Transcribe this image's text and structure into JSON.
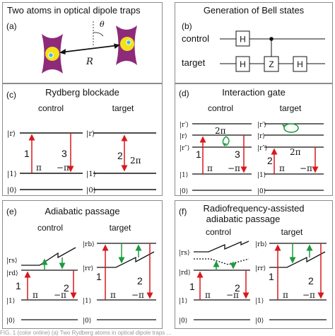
{
  "panels": {
    "a": {
      "label": "(a)",
      "title": "Two atoms in optical dipole traps",
      "distance": "R",
      "angle": "θ"
    },
    "b": {
      "label": "(b)",
      "title": "Generation of Bell states",
      "control": "control",
      "target": "target",
      "gates": {
        "h1": "H",
        "h2": "H",
        "z": "Z",
        "h3": "H"
      }
    },
    "c": {
      "label": "(c)",
      "title": "Rydberg blockade",
      "control": "control",
      "target": "target",
      "levels": {
        "r": "|r⟩",
        "one": "|1⟩",
        "zero": "|0⟩"
      },
      "steps": {
        "s1": "1",
        "s3": "3",
        "s2": "2"
      },
      "phases": {
        "pi": "π",
        "mpi": "−π",
        "twopi": "2π"
      }
    },
    "d": {
      "label": "(d)",
      "title": "Interaction gate",
      "control": "control",
      "target": "target",
      "levels": {
        "rp": "|r′⟩",
        "r": "|r⟩",
        "rpp": "|r″⟩",
        "one": "|1⟩",
        "zero": "|0⟩"
      },
      "steps": {
        "s1": "1",
        "s3": "3",
        "s2": "2"
      },
      "phases": {
        "pi": "π",
        "mpi": "−π",
        "twopi": "2π"
      }
    },
    "e": {
      "label": "(e)",
      "title": "Adiabatic passage",
      "control": "control",
      "target": "target",
      "levels": {
        "rs": "|rs⟩",
        "rd": "|rd⟩",
        "rb": "|rb⟩",
        "rr": "|rr⟩",
        "one": "|1⟩",
        "zero": "|0⟩"
      },
      "steps": {
        "s1": "1",
        "s2a": "2",
        "s1t": "1",
        "s2t": "2"
      },
      "phases": {
        "pi": "π",
        "mpi": "−π"
      }
    },
    "f": {
      "label": "(f)",
      "title1": "Radiofrequency-assisted",
      "title2": "adiabatic passage",
      "control": "control",
      "target": "target",
      "levels": {
        "rs": "|rs⟩",
        "rd": "|rd⟩",
        "rb": "|rb⟩",
        "rr": "|rr⟩",
        "one": "|1⟩",
        "zero": "|0⟩"
      },
      "steps": {
        "s1": "1",
        "s2a": "2",
        "s1t": "1",
        "s2t": "2"
      },
      "phases": {
        "pi": "π",
        "mpi": "−π"
      }
    }
  },
  "caption": "FIG. 1 (color online) (a) Two Rydberg atoms in optical dipole traps ...",
  "colors": {
    "red": "#d7191c",
    "green": "#1a9c3e",
    "trap": "#8e2a7a",
    "atom": "#f3e21a",
    "atom_core": "#3fb6e8"
  }
}
